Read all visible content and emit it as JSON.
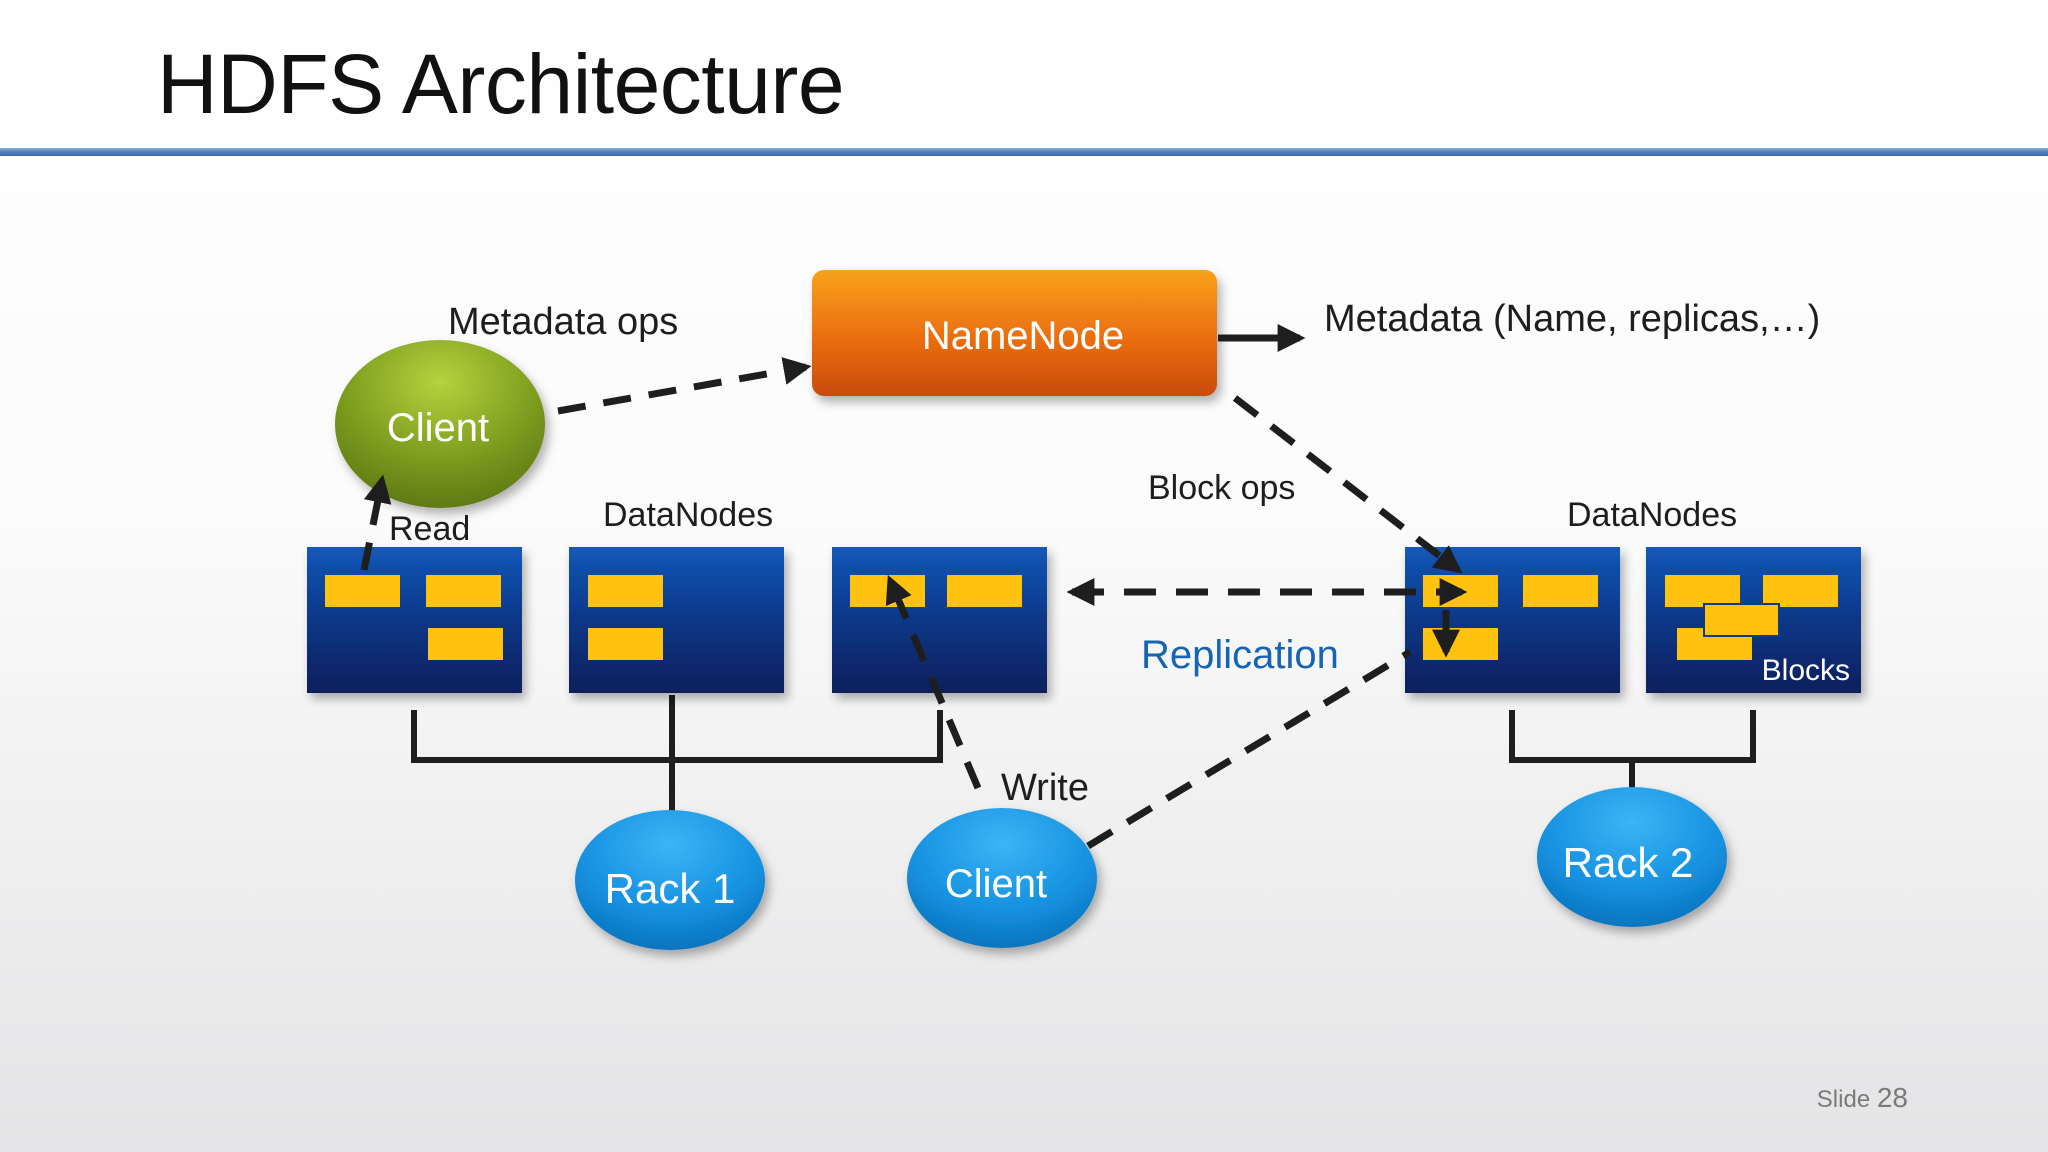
{
  "slide": {
    "title": "HDFS Architecture",
    "number_prefix": "Slide",
    "number": "28"
  },
  "nodes": {
    "namenode": "NameNode",
    "client_read": "Client",
    "client_write": "Client",
    "rack1": "Rack 1",
    "rack2": "Rack 2"
  },
  "labels": {
    "metadata_ops": "Metadata ops",
    "metadata_desc": "Metadata (Name, replicas,…)",
    "block_ops": "Block ops",
    "datanodes_left": "DataNodes",
    "datanodes_right": "DataNodes",
    "read": "Read",
    "write": "Write",
    "replication": "Replication",
    "blocks": "Blocks"
  },
  "colors": {
    "namenode": "#e8680c",
    "client_read": "#7a9a1e",
    "client_write": "#1591e0",
    "rack": "#1591e0",
    "datanode": "#0a2f7a",
    "block": "#ffc20e",
    "replication_text": "#1565b5",
    "title_rule": "#4f81bd"
  }
}
